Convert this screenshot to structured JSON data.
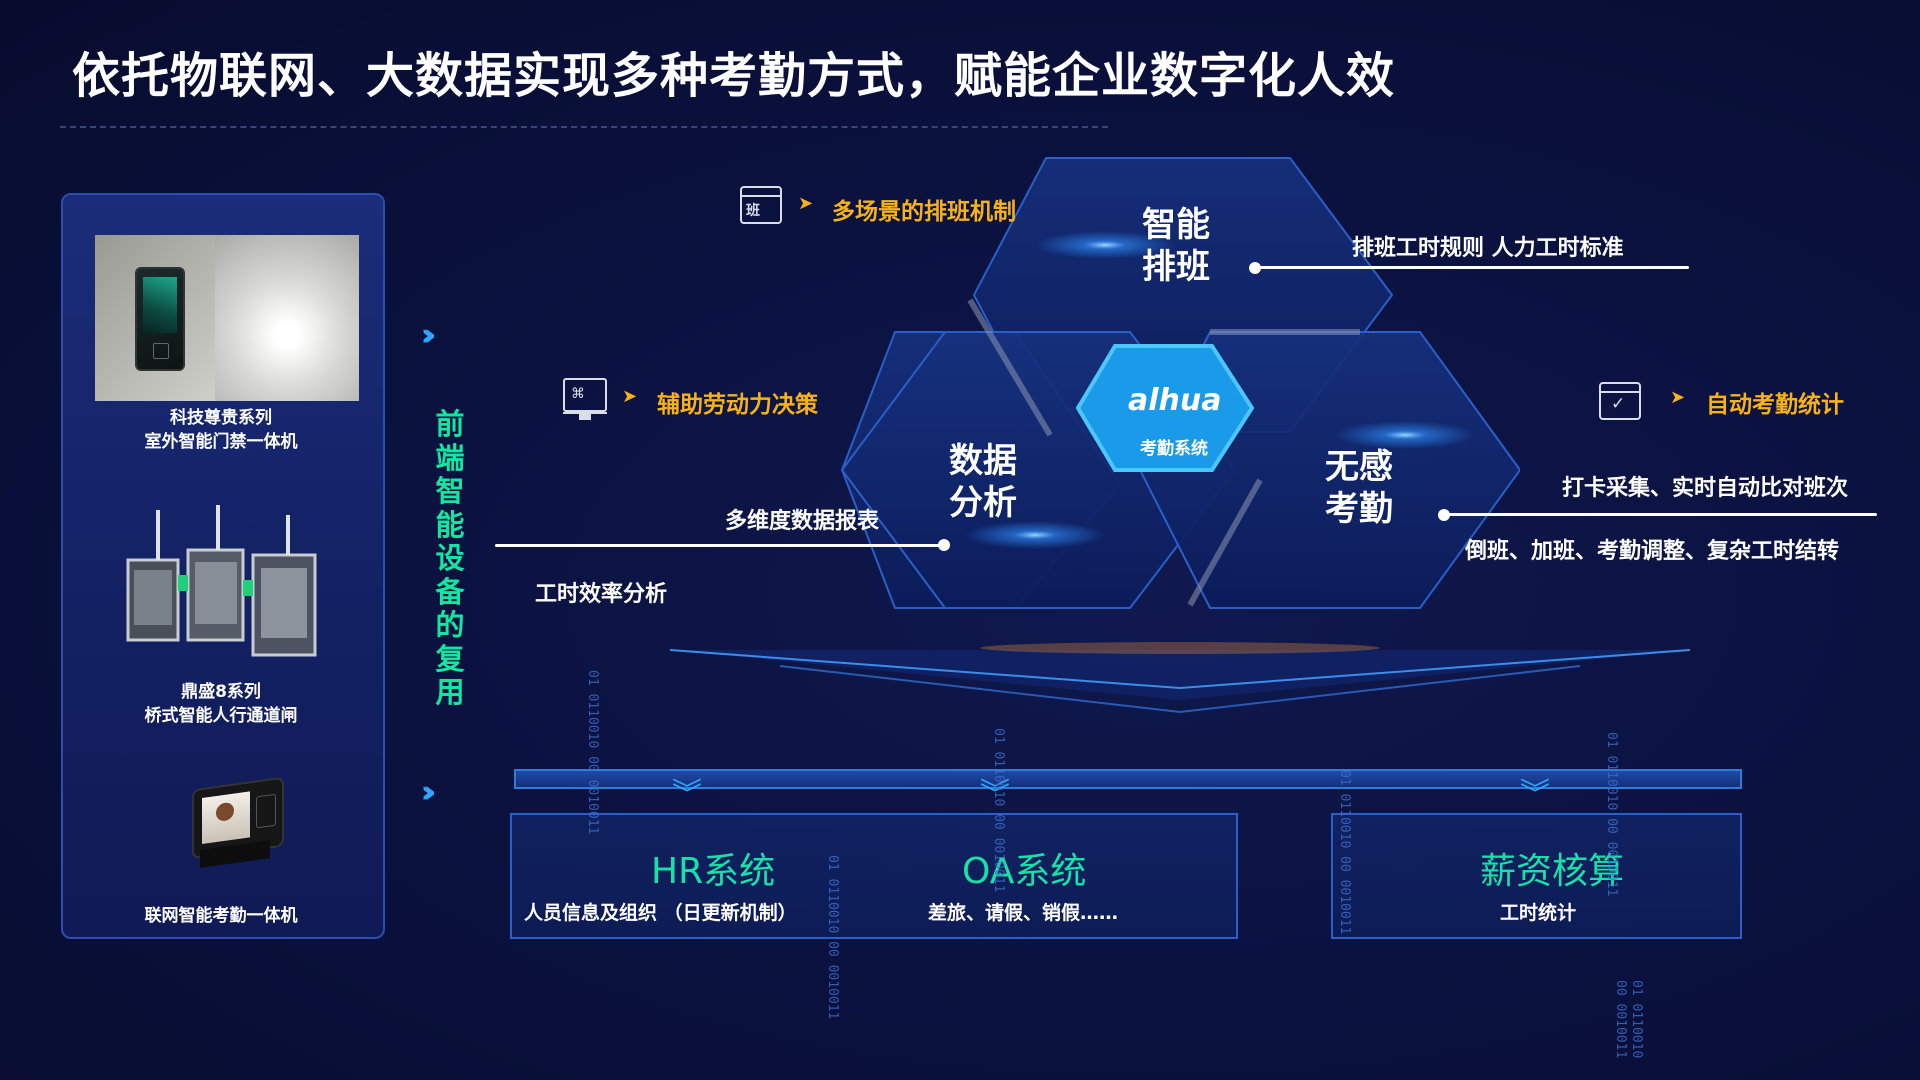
{
  "title": "依托物联网、大数据实现多种考勤方式，赋能企业数字化人效",
  "devices": [
    {
      "line1": "科技尊贵系列",
      "line2": "室外智能门禁一体机",
      "image": "outdoor-access-terminal"
    },
    {
      "line1": "鼎盛8系列",
      "line2": "桥式智能人行通道闸",
      "image": "pedestrian-turnstile"
    },
    {
      "line1": "联网智能考勤一体机",
      "image": "attendance-terminal"
    }
  ],
  "reuse_label": "前端智能设备的复用",
  "features": {
    "scheduling": {
      "label": "多场景的排班机制",
      "icon": "schedule-icon"
    },
    "workforce": {
      "label": "辅助劳动力决策",
      "icon": "monitor-chart-icon"
    },
    "attendance_stats": {
      "label": "自动考勤统计",
      "icon": "calendar-check-icon"
    }
  },
  "hexes": {
    "smart_schedule": {
      "line1": "智能",
      "line2": "排班"
    },
    "data_analysis": {
      "line1": "数据",
      "line2": "分析"
    },
    "seamless_attendance": {
      "line1": "无感",
      "line2": "考勤"
    },
    "center": {
      "logo": "alhua",
      "label": "考勤系统"
    }
  },
  "annotations": {
    "schedule_rules": "排班工时规则    人力工时标准",
    "multi_report": "多维度数据报表",
    "efficiency": "工时效率分析",
    "clock_in": "打卡采集、实时自动比对班次",
    "shift_ops": "倒班、加班、考勤调整、复杂工时结转"
  },
  "systems": [
    {
      "title": "HR系统",
      "sub": "人员信息及组织 （日更新机制）"
    },
    {
      "title": "OA系统",
      "sub": "差旅、请假、销假……"
    },
    {
      "title": "薪资核算",
      "sub": "工时统计"
    }
  ],
  "colors": {
    "accent_green": "#18e0a8",
    "accent_orange": "#f7b21b",
    "accent_blue": "#2fa6ff"
  }
}
